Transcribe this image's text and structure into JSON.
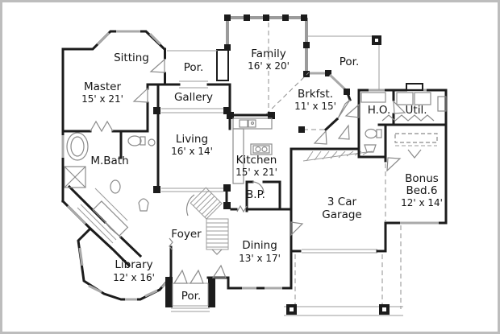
{
  "drawing": {
    "type": "residential-first-floor-plan",
    "colors": {
      "wall": "#1c1c1c",
      "window": "#a9a9a9",
      "light_line": "#9b9b9b",
      "dashed_line": "#8f8f8f",
      "text": "#161616",
      "frame": "#bdbdbd",
      "background": "#ffffff"
    }
  },
  "rooms": {
    "sitting": {
      "label": "Sitting"
    },
    "master": {
      "label": "Master",
      "dims": "15' x 21'"
    },
    "porch_upper_left": {
      "label": "Por."
    },
    "gallery": {
      "label": "Gallery"
    },
    "family": {
      "label": "Family",
      "dims": "16' x 20'"
    },
    "porch_upper_right": {
      "label": "Por."
    },
    "breakfast": {
      "label": "Brkfst.",
      "dims": "11' x 15'"
    },
    "home_office": {
      "label": "H.O."
    },
    "utility": {
      "label": "Util."
    },
    "living": {
      "label": "Living",
      "dims": "16' x 14'"
    },
    "kitchen": {
      "label": "Kitchen",
      "dims": "15' x 21'"
    },
    "master_bath": {
      "label": "M.Bath"
    },
    "butlers_pantry": {
      "label": "B.P."
    },
    "garage": {
      "line1": "3 Car",
      "line2": "Garage"
    },
    "bonus_bed": {
      "line1": "Bonus",
      "line2": "Bed.6",
      "dims": "12' x 14'"
    },
    "foyer": {
      "label": "Foyer"
    },
    "dining": {
      "label": "Dining",
      "dims": "13' x 17'"
    },
    "library": {
      "label": "Library",
      "dims": "12' x 16'"
    },
    "porch_lower": {
      "label": "Por."
    }
  }
}
